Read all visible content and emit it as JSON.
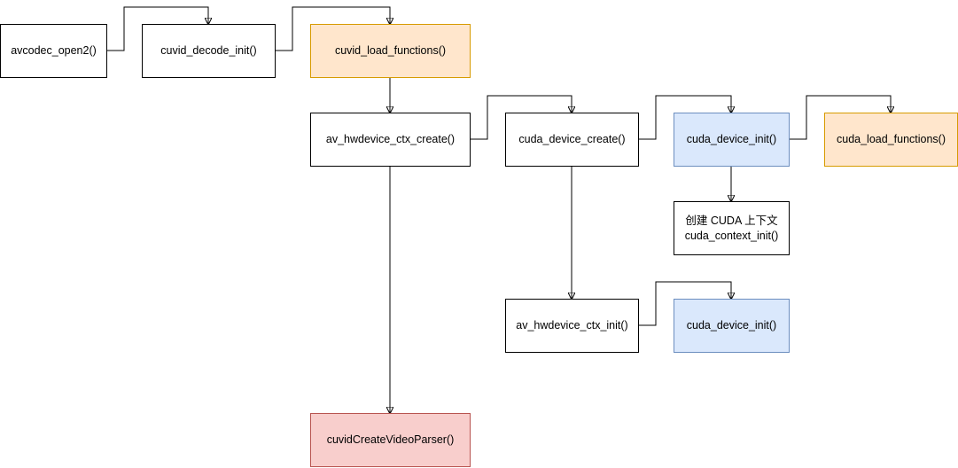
{
  "nodes": {
    "avcodec_open2": {
      "label": "avcodec_open2()",
      "style": "plain"
    },
    "cuvid_decode_init": {
      "label": "cuvid_decode_init()",
      "style": "plain"
    },
    "cuvid_load_functions": {
      "label": "cuvid_load_functions()",
      "style": "orange"
    },
    "av_hwdevice_ctx_create": {
      "label": "av_hwdevice_ctx_create()",
      "style": "plain"
    },
    "cuda_device_create": {
      "label": "cuda_device_create()",
      "style": "plain"
    },
    "cuda_device_init_1": {
      "label": "cuda_device_init()",
      "style": "blue"
    },
    "cuda_load_functions": {
      "label": "cuda_load_functions()",
      "style": "orange"
    },
    "cuda_context": {
      "line1": "创建 CUDA 上下文",
      "line2": "cuda_context_init()",
      "style": "plain"
    },
    "av_hwdevice_ctx_init": {
      "label": "av_hwdevice_ctx_init()",
      "style": "plain"
    },
    "cuda_device_init_2": {
      "label": "cuda_device_init()",
      "style": "blue"
    },
    "cuvidCreateVideoParser": {
      "label": "cuvidCreateVideoParser()",
      "style": "red"
    }
  },
  "edges": [
    {
      "from": "avcodec_open2",
      "to": "cuvid_decode_init"
    },
    {
      "from": "cuvid_decode_init",
      "to": "cuvid_load_functions"
    },
    {
      "from": "cuvid_load_functions",
      "to": "av_hwdevice_ctx_create"
    },
    {
      "from": "av_hwdevice_ctx_create",
      "to": "cuda_device_create"
    },
    {
      "from": "cuda_device_create",
      "to": "cuda_device_init_1"
    },
    {
      "from": "cuda_device_init_1",
      "to": "cuda_load_functions"
    },
    {
      "from": "cuda_device_init_1",
      "to": "cuda_context"
    },
    {
      "from": "cuda_device_create",
      "to": "av_hwdevice_ctx_init"
    },
    {
      "from": "av_hwdevice_ctx_init",
      "to": "cuda_device_init_2"
    },
    {
      "from": "av_hwdevice_ctx_create",
      "to": "cuvidCreateVideoParser"
    }
  ],
  "colors": {
    "orange_fill": "#ffe6cc",
    "orange_stroke": "#d79b00",
    "blue_fill": "#dae8fc",
    "blue_stroke": "#6c8ebf",
    "red_fill": "#f8cecc",
    "red_stroke": "#b85450",
    "edge": "#000000"
  }
}
